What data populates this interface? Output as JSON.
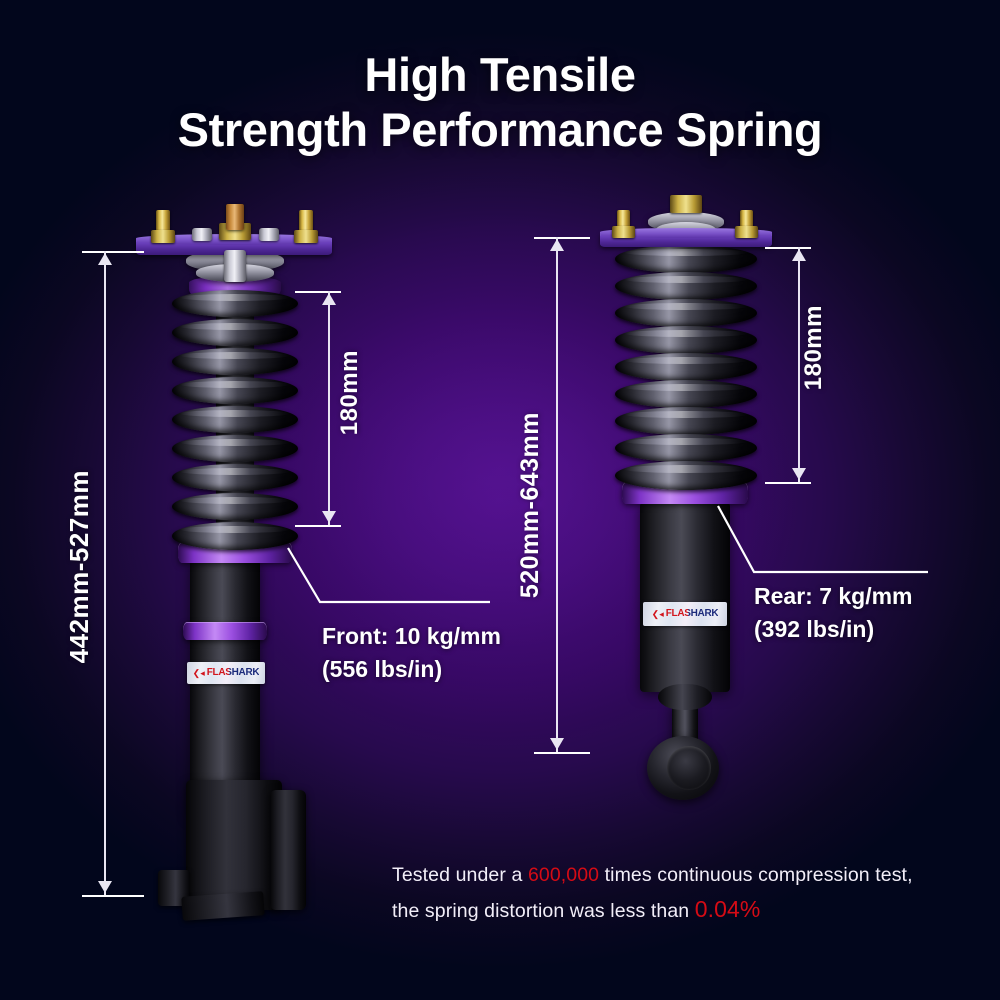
{
  "title": {
    "line1": "High Tensile",
    "line2": "Strength Performance Spring"
  },
  "colors": {
    "background_center": "#4a0d82",
    "background_edge": "#02061c",
    "accent_purple": "#8a3fd0",
    "highlight_red": "#d50b15",
    "text": "#ffffff"
  },
  "front": {
    "brand": "FLASHARK",
    "shark_icon": "shark-icon",
    "overall_length_label": "442mm-527mm",
    "spring_length_label": "180mm",
    "spec_line1": "Front: 10 kg/mm",
    "spec_line2": "(556 lbs/in)"
  },
  "rear": {
    "brand": "FLASHARK",
    "shark_icon": "shark-icon",
    "overall_length_label": "520mm-643mm",
    "spring_length_label": "180mm",
    "spec_line1": "Rear: 7 kg/mm",
    "spec_line2": "(392 lbs/in)"
  },
  "caption": {
    "part1": "Tested under a ",
    "cycles": "600,000",
    "part2": " times continuous compression test,",
    "part3": "the spring distortion was less than ",
    "distortion": "0.04%"
  }
}
